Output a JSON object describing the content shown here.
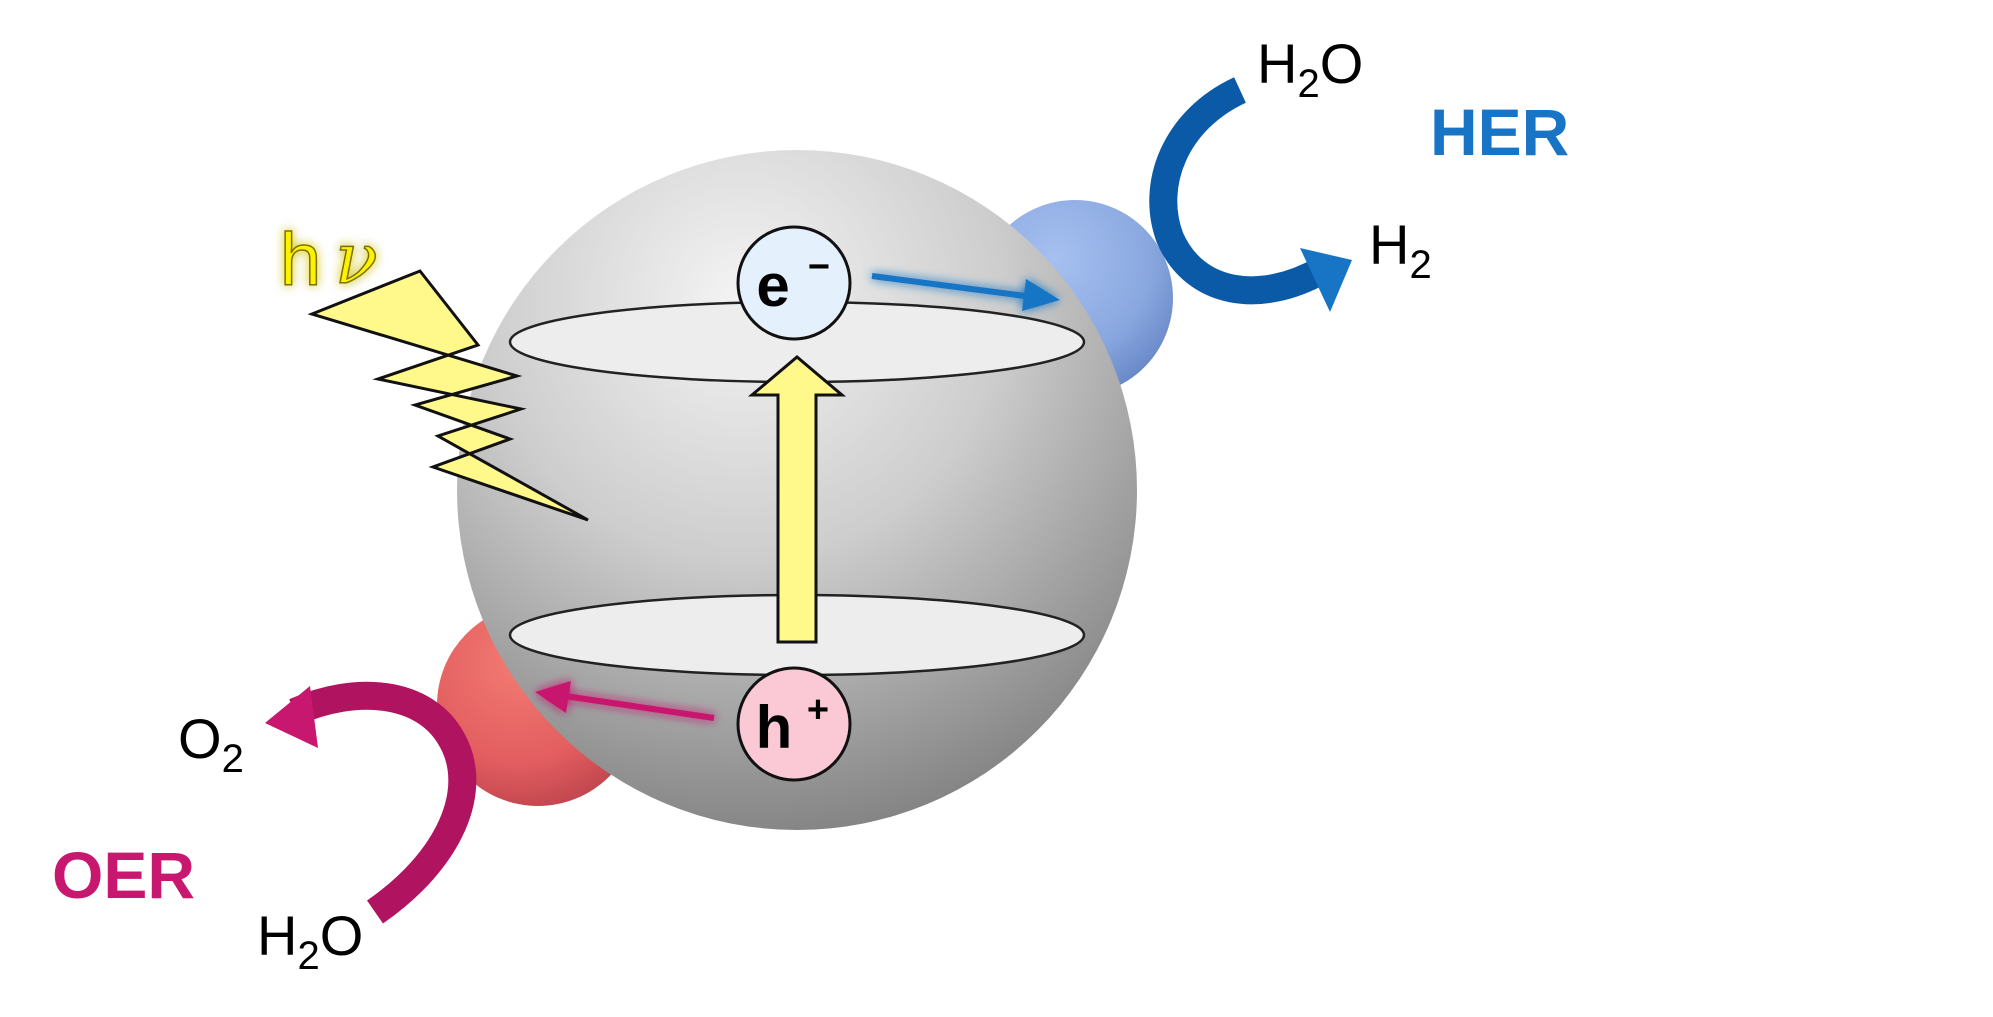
{
  "colors": {
    "her": "#1874c4",
    "oer": "#c8176e",
    "light": "#fff980",
    "electron_fill": "#e4f0fb",
    "hole_fill": "#fbc9d6"
  },
  "photon": {
    "h": "h",
    "nu": "ν"
  },
  "electron": {
    "base": "e",
    "sup": "−"
  },
  "hole": {
    "base": "h",
    "sup": "+"
  },
  "her": {
    "label": "HER",
    "reactant": {
      "base": "H",
      "sub": "2",
      "tail": "O"
    },
    "product": {
      "base": "H",
      "sub": "2"
    }
  },
  "oer": {
    "label": "OER",
    "reactant": {
      "base": "H",
      "sub": "2",
      "tail": "O"
    },
    "product": {
      "base": "O",
      "sub": "2"
    }
  }
}
